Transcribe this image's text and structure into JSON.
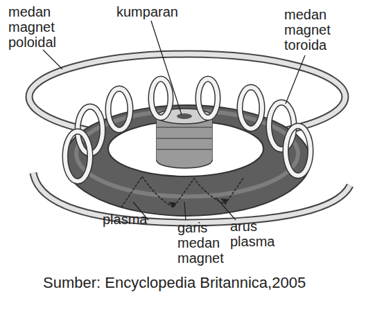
{
  "diagram": {
    "caption": "Sumber: Encyclopedia Britannica,2005",
    "labels": [
      "medan magnet poloidal",
      "kumparan",
      "medan magnet toroida",
      "plasma",
      "garis medan magnet",
      "arus plasma"
    ]
  }
}
